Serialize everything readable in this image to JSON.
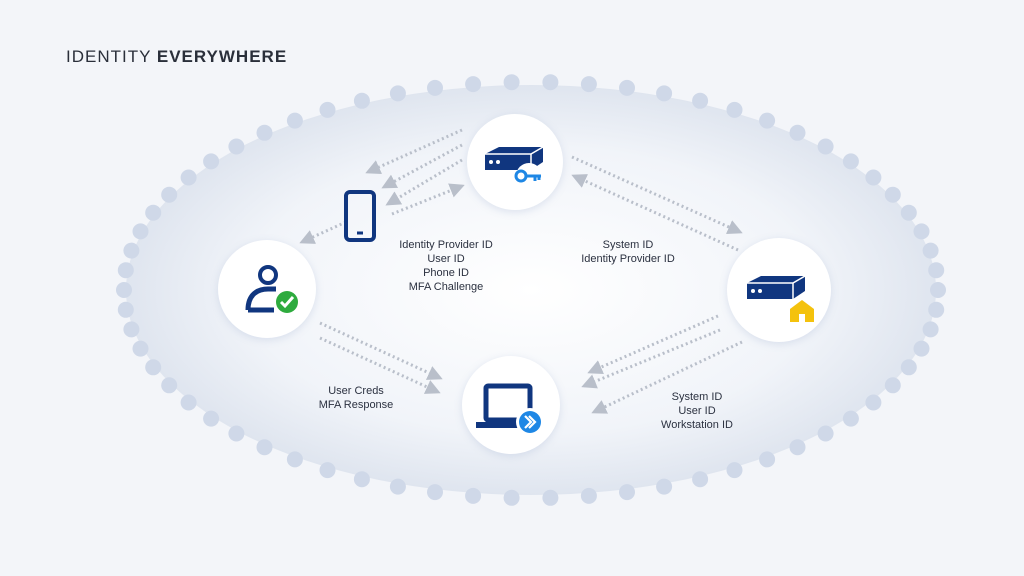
{
  "title": {
    "light": "IDENTITY",
    "bold": "EVERYWHERE"
  },
  "colors": {
    "navy": "#10367f",
    "accent_blue": "#1e87e5",
    "green": "#2eab3e",
    "gold": "#f4c20d",
    "dot": "#cfd8e8",
    "arrow": "#b9bfca"
  },
  "nodes": {
    "identity_provider": {
      "icon": "server-key-icon"
    },
    "user": {
      "icon": "user-check-icon"
    },
    "home_server": {
      "icon": "server-home-icon"
    },
    "workstation": {
      "icon": "laptop-remote-icon"
    },
    "phone": {
      "icon": "phone-icon"
    }
  },
  "labels": {
    "idp_phone": [
      "Identity Provider ID",
      "User ID",
      "Phone ID",
      "MFA Challenge"
    ],
    "idp_home": [
      "System ID",
      "Identity Provider ID"
    ],
    "user_workstation": [
      "User Creds",
      "MFA Response"
    ],
    "workstation_home": [
      "System ID",
      "User ID",
      "Workstation ID"
    ]
  }
}
